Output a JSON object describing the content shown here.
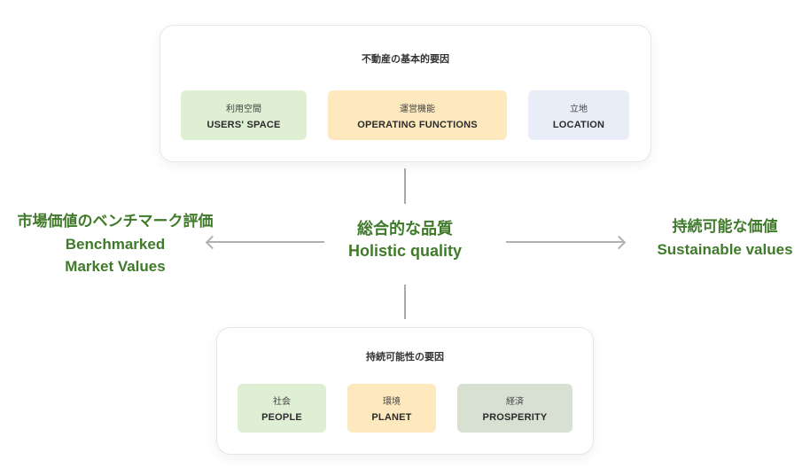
{
  "top_panel": {
    "title": "不動産の基本的要因",
    "chips": [
      {
        "jp": "利用空間",
        "en": "USERS' SPACE",
        "color": "#deefd3"
      },
      {
        "jp": "運営機能",
        "en": "OPERATING FUNCTIONS",
        "color": "#fde9bd"
      },
      {
        "jp": "立地",
        "en": "LOCATION",
        "color": "#e9edf8"
      }
    ]
  },
  "center": {
    "jp": "総合的な品質",
    "en": "Holistic quality"
  },
  "left": {
    "jp": "市場価値のベンチマーク評価",
    "en_line1": "Benchmarked",
    "en_line2": "Market Values"
  },
  "right": {
    "jp": "持続可能な価値",
    "en": "Sustainable values"
  },
  "bottom_panel": {
    "title": "持続可能性の要因",
    "chips": [
      {
        "jp": "社会",
        "en": "PEOPLE",
        "color": "#deefd3"
      },
      {
        "jp": "環境",
        "en": "PLANET",
        "color": "#fde9bd"
      },
      {
        "jp": "経済",
        "en": "PROSPERITY",
        "color": "#d8e1d1"
      }
    ]
  },
  "accent_color": "#3f7a2a"
}
